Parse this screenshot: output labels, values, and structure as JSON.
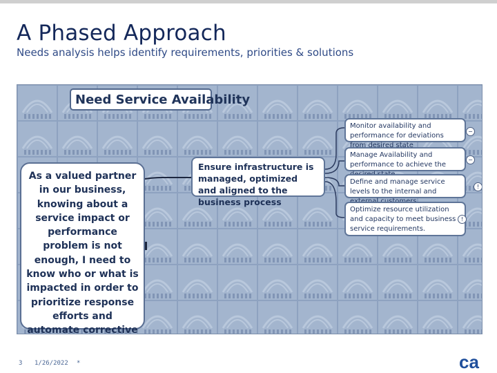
{
  "slide": {
    "title": "A Phased Approach",
    "subtitle": "Needs analysis helps identify requirements, priorities & solutions"
  },
  "diagram": {
    "heading": "Need Service Availability",
    "left_box": "As a valued partner in our business, knowing about a service impact or performance problem is not enough, I need to know who or what is impacted in order to prioritize response efforts and automate corrective action",
    "center_box": "Ensure infrastructure is managed, optimized and aligned to the business process",
    "right_boxes": [
      {
        "text": "Monitor availability and performance for deviations from desired state",
        "badge": "−"
      },
      {
        "text": "Manage Availability and performance to achieve the desired state",
        "badge": "−"
      },
      {
        "text": "Define and manage service levels to the internal and external customers",
        "badge": "!"
      },
      {
        "text": "Optimize resource utilization and capacity to meet business service requirements.",
        "badge": "!"
      }
    ],
    "colors": {
      "canvas_bg": "#9fb2cc",
      "box_border": "#5f7598",
      "text": "#1e3157"
    }
  },
  "footer": {
    "page_number": "3",
    "date": "1/26/2022",
    "marker": "*",
    "logo_text": "ca"
  }
}
